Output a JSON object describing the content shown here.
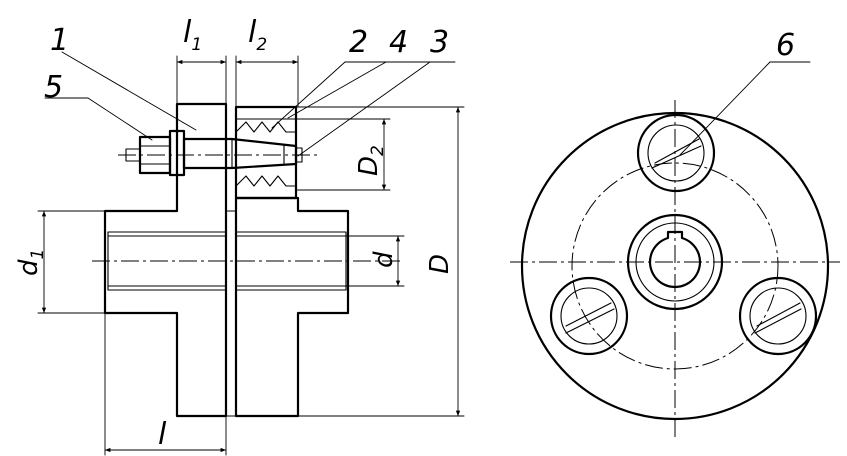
{
  "left_view": {
    "callouts": {
      "c1": "1",
      "c2": "2",
      "c3": "3",
      "c4": "4",
      "c5": "5"
    },
    "dimensions": {
      "l1": {
        "base": "l",
        "sub": "1"
      },
      "l2": {
        "base": "l",
        "sub": "2"
      },
      "l": {
        "base": "l"
      },
      "d1": {
        "base": "d",
        "sub": "1"
      },
      "d": {
        "base": "d"
      },
      "D": {
        "base": "D"
      },
      "D2": {
        "base": "D",
        "sub": "2"
      }
    }
  },
  "right_view": {
    "callouts": {
      "c6": "6"
    }
  },
  "colors": {
    "line": "#000000",
    "background": "#ffffff"
  }
}
